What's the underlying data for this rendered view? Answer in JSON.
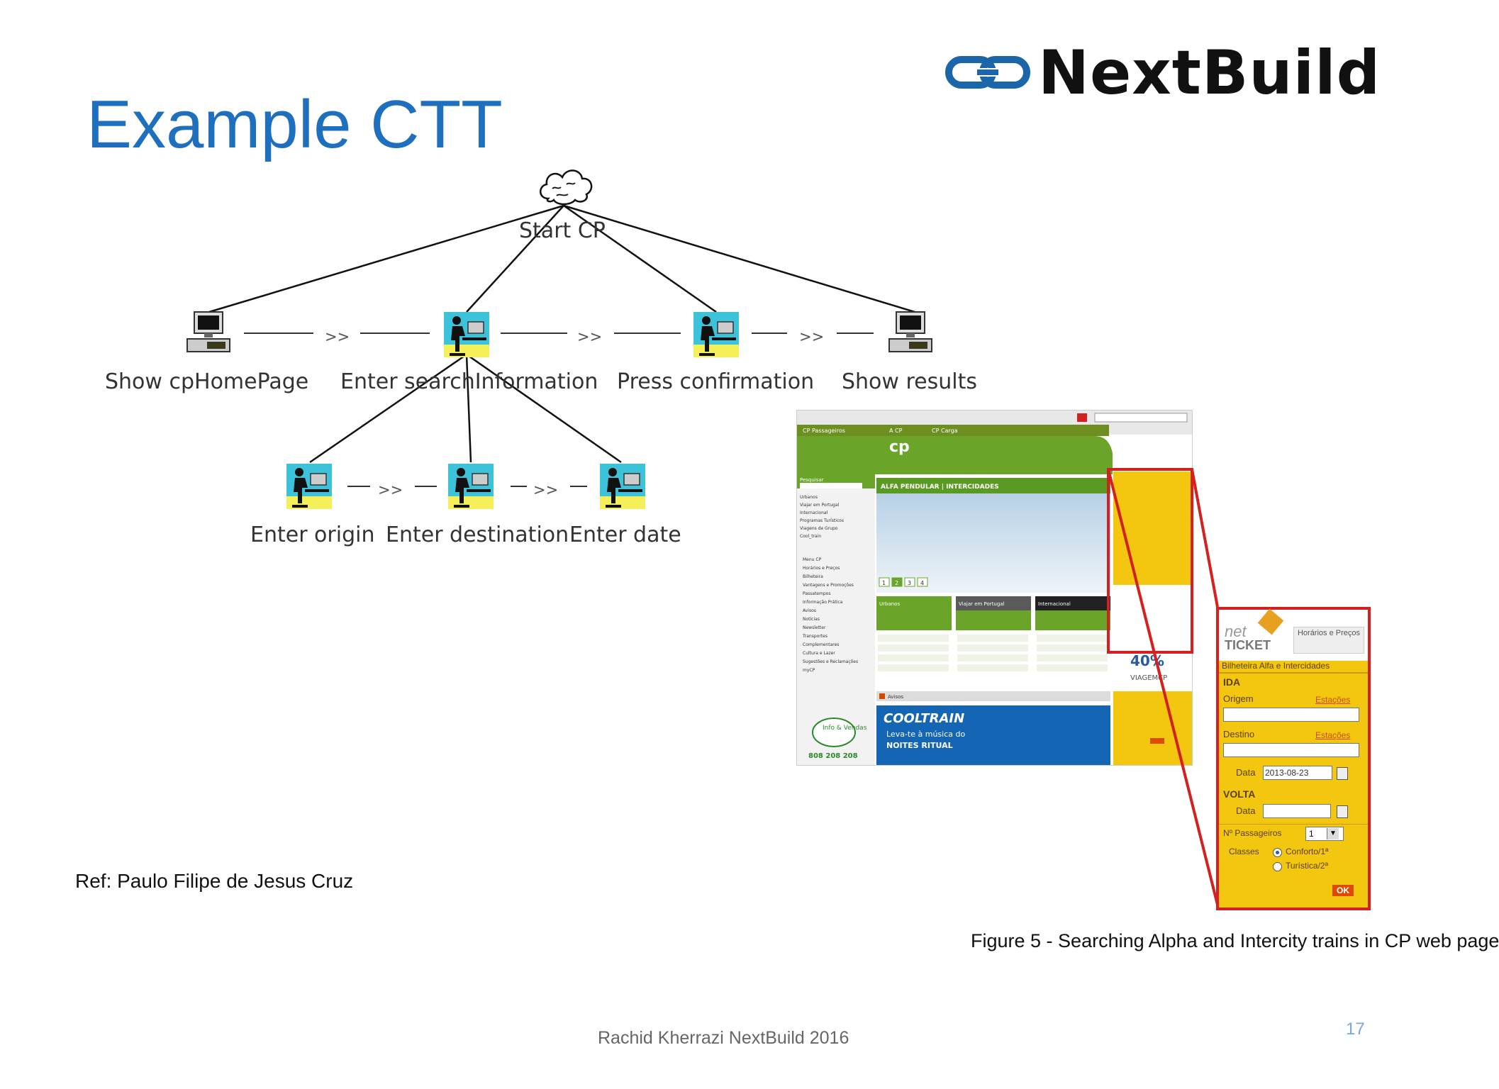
{
  "title": "Example CTT",
  "brand": {
    "name": "NextBuild",
    "logo_icon": "chain-link-icon",
    "color": "#1a66a8"
  },
  "tree": {
    "root": "Start CP",
    "level1": [
      "Show cpHomePage",
      "Enter searchInformation",
      "Press confirmation",
      "Show results"
    ],
    "level2": [
      "Enter origin",
      "Enter destination",
      "Enter date"
    ],
    "operator": ">>"
  },
  "ref": "Ref: Paulo Filipe de Jesus Cruz",
  "caption": "Figure 5 - Searching Alpha and Intercity trains in CP web page",
  "footer": "Rachid Kherrazi NextBuild 2016",
  "page_number": "17",
  "webpage": {
    "tabs": [
      "CP Passageiros",
      "A CP",
      "CP Carga"
    ],
    "search_label": "Pesquisar",
    "banner_title": "ALFA PENDULAR | INTERCIDADES",
    "left_menu": [
      "Urbanos",
      "Viajar em Portugal",
      "Internacional",
      "Programas Turísticos",
      "Viagens de Grupo",
      "Cool_train"
    ],
    "left_menu2": [
      "Menu CP",
      "Horários e Preços",
      "Bilheteira",
      "Vantagens e Promoções",
      "Passatempos",
      "Informação Prática",
      "Avisos",
      "Notícias",
      "Newsletter",
      "Transportes",
      "Complementares",
      "Cultura e Lazer",
      "Sugestões e Reclamações",
      "myCP"
    ],
    "boxes": [
      "Urbanos",
      "Viajar em Portugal",
      "Internacional"
    ],
    "promo": "40%",
    "promo_brand": "VIAGEMCP",
    "info_label": "Info & Vendas",
    "phone": "808 208 208",
    "cool_train": "COOLTRAIN",
    "cool_train_sub": "Leva-te à música do",
    "cool_train_sub2": "NOITES RITUAL",
    "avisos": "Avisos",
    "carousel": [
      "1",
      "2",
      "3",
      "4"
    ]
  },
  "ticket": {
    "brand_top": "net",
    "brand": "TICKET",
    "tab": "Horários e Preços",
    "subtitle": "Bilheteira Alfa e Intercidades",
    "ida": "IDA",
    "origem": "Origem",
    "destino": "Destino",
    "estacoes": "Estações",
    "data_label": "Data",
    "date_value": "2013-08-23",
    "volta": "VOLTA",
    "passengers_label": "Nº Passageiros",
    "passengers_value": "1",
    "classes_label": "Classes",
    "class1": "Conforto/1ª",
    "class2": "Turística/2ª",
    "ok": "OK"
  }
}
